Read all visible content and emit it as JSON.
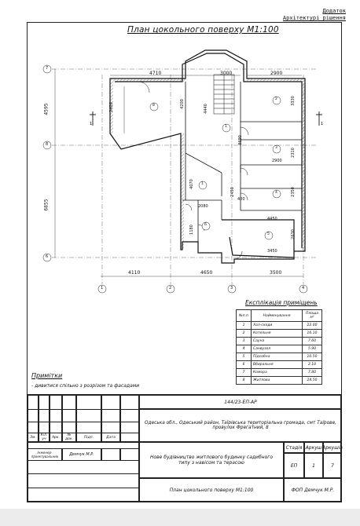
{
  "header": {
    "line1": "Додаток",
    "line2": "Архітектурі рішення"
  },
  "drawing": {
    "title": "План цокольного поверху М1:100",
    "axes": {
      "rows": [
        "7",
        "8",
        "6"
      ],
      "cols": [
        "1",
        "2",
        "3",
        "4"
      ]
    },
    "dims_top": [
      "4710",
      "3000",
      "2900"
    ],
    "dims_left": [
      "4595",
      "6855"
    ],
    "dims_bottom": [
      "4110",
      "4650",
      "3500"
    ],
    "dims_inner": [
      "2420",
      "4200",
      "4440",
      "8690",
      "3330",
      "2900",
      "2310",
      "4070",
      "2450",
      "2080",
      "400",
      "2350",
      "1180",
      "4450",
      "2630",
      "3450"
    ],
    "room_tags": [
      "8",
      "1",
      "2",
      "3",
      "1",
      "4",
      "6",
      "5"
    ]
  },
  "explication": {
    "title": "Експлікація приміщень",
    "headers": [
      "№п.п",
      "Найменування",
      "Площа м²"
    ],
    "rows": [
      [
        "1",
        "Хол-сходи",
        "22.00"
      ],
      [
        "2",
        "Котельня",
        "16.10"
      ],
      [
        "3",
        "Сауна",
        "7.60"
      ],
      [
        "4",
        "Санвузол",
        "5.90"
      ],
      [
        "5",
        "Підсобна",
        "10.50"
      ],
      [
        "6",
        "Вбиральня",
        "2.10"
      ],
      [
        "7",
        "Комора",
        "7.80"
      ],
      [
        "8",
        "Житлова",
        "24.50"
      ]
    ]
  },
  "notes": {
    "title": "Примітки",
    "line": "- дивитися спільно з розрізом та фасадами"
  },
  "stamp": {
    "code": "144/23-ЕП-АР",
    "address": "Одеська обл., Одеський район, Таїрівська територіальна громада, смт Таїрове, провулок Фрегатний, 8",
    "cols": [
      "Зм.",
      "Кіл. уч",
      "Арк.",
      "№ док.",
      "Підп.",
      "Дата"
    ],
    "role": "Інженер-проектувальник",
    "person": "Демчук М.Р.",
    "project": "Нове будівництво житлового будинку садибного типу з навісом та терасою",
    "stage_label": "Стадія",
    "sheet_label": "Аркуш",
    "sheets_label": "Аркушів",
    "stage": "ЕП",
    "sheet": "1",
    "sheets": "7",
    "sheet_title": "План цокольного поверху М1:100",
    "company": "ФОП Демчук М.Р."
  }
}
